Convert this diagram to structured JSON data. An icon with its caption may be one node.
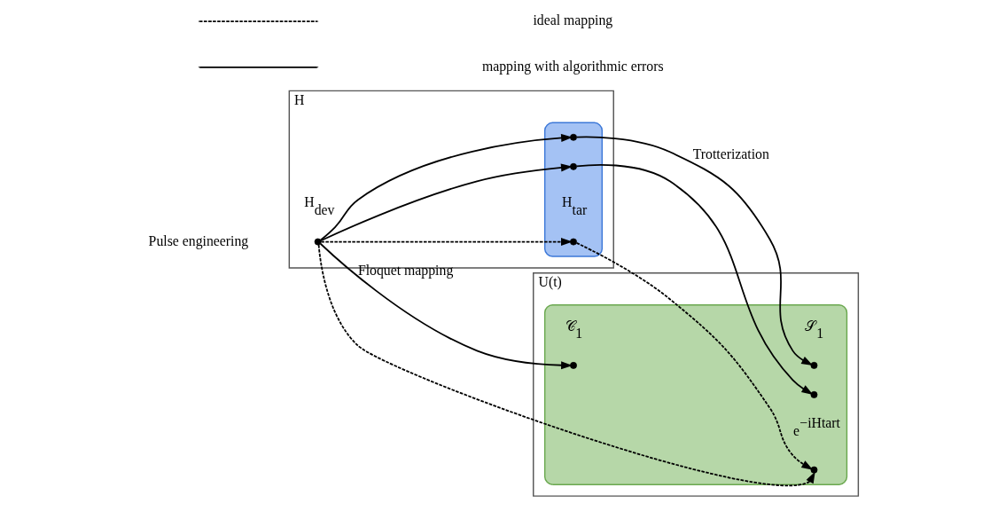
{
  "diagram": {
    "nodes": [
      {
        "text": [
          "H"
        ]
      },
      {
        "text": [],
        "shape": "cloud",
        "in": 0
      },
      {
        "text": [],
        "shape": "circle",
        "in": 1
      },
      {
        "text": [],
        "shape": "circle",
        "in": 1,
        "beside": [
          "H$_{tar}$"
        ]
      },
      {
        "text": [],
        "shape": "circle",
        "in": 1
      },
      {
        "text": [],
        "shape": "circle",
        "in": 0,
        "beside": [
          "H$_{dev}$"
        ]
      },
      {
        "text": [
          "U(t)"
        ]
      },
      {
        "text": [],
        "shape": "cloud",
        "in": 6
      },
      {
        "text": [],
        "shape": "circle",
        "in": 7
      },
      {
        "text": [],
        "shape": "circle",
        "in": 7,
        "beside": [
          "e$^{−iHtart}$"
        ]
      },
      {
        "text": [],
        "shape": "circle",
        "in": 7,
        "beside": [
          "𝒮$_{1}$"
        ]
      },
      {
        "text": [],
        "shape": "circle",
        "in": 7,
        "beside": [
          "𝒞$_{1}$"
        ]
      }
    ],
    "edges": [
      {
        "from": 5,
        "to": 2,
        "arrow": "to"
      },
      {
        "from": 2,
        "to": 10,
        "arrow": "to",
        "label": "Trotterization"
      },
      {
        "from": 5,
        "to": 3,
        "arrow": "to",
        "style": "dashed"
      },
      {
        "from": 3,
        "to": 9,
        "arrow": "to",
        "style": "dashed"
      },
      {
        "from": 5,
        "to": 4,
        "arrow": "to"
      },
      {
        "from": 4,
        "to": 8,
        "arrow": "to"
      },
      {
        "from": 5,
        "to": 9,
        "arrow": "to",
        "style": "dashed"
      },
      {
        "from": 5,
        "to": 11,
        "arrow": "to",
        "label": "Floquet mapping"
      }
    ],
    "labels": [
      "Pulse engineering"
    ],
    "legend": [
      {
        "text": "ideal mapping"
      },
      {
        "text": "mapping with algorithmic errors"
      }
    ]
  }
}
